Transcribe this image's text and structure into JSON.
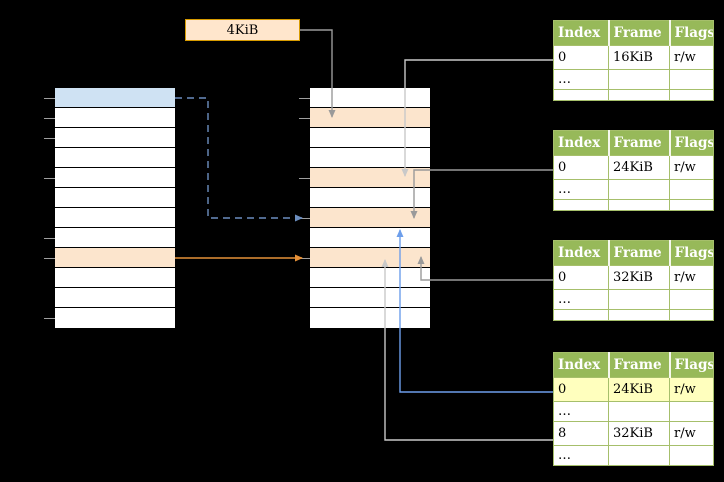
{
  "colors": {
    "background": "#000000",
    "box_fill": "#ffe6cc",
    "box_border": "#d79b00",
    "virtual_page_blue": "#cfe2f3",
    "page_table_orange": "#fce5cd",
    "table_header_green": "#97b959",
    "table_border_green": "#a6bf6b",
    "highlight_yellow": "#ffffbe",
    "arrow_blue_dashed": "#6c8ebf",
    "arrow_blue_solid": "#6d9eeb",
    "arrow_orange": "#e69138",
    "arrow_gray": "#9a9a9a",
    "arrow_light": "#c9c9c9",
    "tick_gray": "#9e9e9e"
  },
  "label_box": {
    "text": "4KiB"
  },
  "virtual_memory": {
    "row_count": 12,
    "colored_rows": [
      {
        "row": 0,
        "color_key": "virtual_page_blue"
      },
      {
        "row": 8,
        "color_key": "page_table_orange"
      }
    ]
  },
  "physical_memory": {
    "row_count": 12,
    "colored_rows": [
      {
        "row": 1,
        "color_key": "page_table_orange"
      },
      {
        "row": 4,
        "color_key": "page_table_orange"
      },
      {
        "row": 6,
        "color_key": "page_table_orange"
      },
      {
        "row": 8,
        "color_key": "page_table_orange"
      }
    ]
  },
  "ticks": {
    "virtual": [
      98,
      118,
      138,
      178,
      238,
      258,
      318
    ],
    "physical": [
      98,
      118,
      178,
      218,
      258
    ]
  },
  "page_tables": [
    {
      "headers": [
        "Index",
        "Frame",
        "Flags"
      ],
      "rows": [
        {
          "kind": "data",
          "cells": [
            "0",
            "16KiB",
            "r/w"
          ]
        },
        {
          "kind": "ellipsis",
          "cells": [
            "…",
            "",
            ""
          ]
        },
        {
          "kind": "empty",
          "cells": [
            "",
            "",
            ""
          ]
        }
      ]
    },
    {
      "headers": [
        "Index",
        "Frame",
        "Flags"
      ],
      "rows": [
        {
          "kind": "data",
          "cells": [
            "0",
            "24KiB",
            "r/w"
          ]
        },
        {
          "kind": "ellipsis",
          "cells": [
            "…",
            "",
            ""
          ]
        },
        {
          "kind": "empty",
          "cells": [
            "",
            "",
            ""
          ]
        }
      ]
    },
    {
      "headers": [
        "Index",
        "Frame",
        "Flags"
      ],
      "rows": [
        {
          "kind": "data",
          "cells": [
            "0",
            "32KiB",
            "r/w"
          ]
        },
        {
          "kind": "ellipsis",
          "cells": [
            "…",
            "",
            ""
          ]
        },
        {
          "kind": "empty",
          "cells": [
            "",
            "",
            ""
          ]
        }
      ]
    },
    {
      "headers": [
        "Index",
        "Frame",
        "Flags"
      ],
      "rows": [
        {
          "kind": "data",
          "cells": [
            "0",
            "24KiB",
            "r/w"
          ],
          "highlight": true
        },
        {
          "kind": "ellipsis",
          "cells": [
            "…",
            "",
            ""
          ]
        },
        {
          "kind": "data",
          "cells": [
            "8",
            "32KiB",
            "r/w"
          ]
        },
        {
          "kind": "ellipsis",
          "cells": [
            "…",
            "",
            ""
          ]
        }
      ]
    }
  ]
}
